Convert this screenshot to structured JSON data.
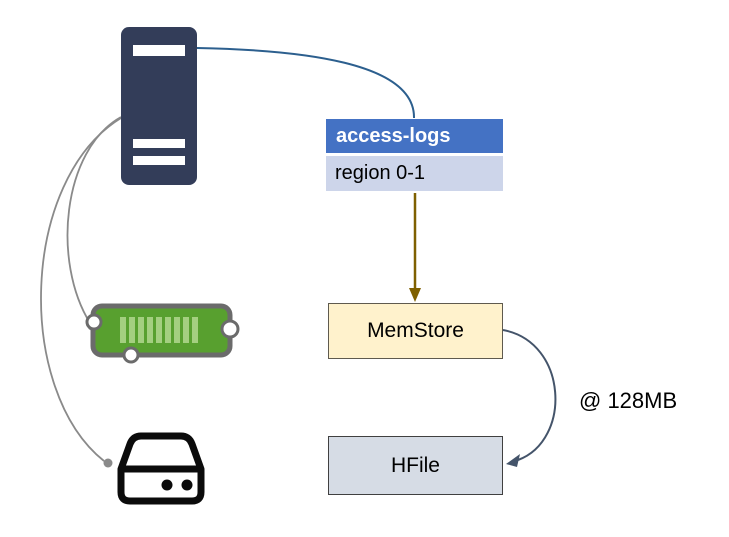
{
  "diagram": {
    "table": {
      "name": "access-logs",
      "region": "region 0-1"
    },
    "memstore_label": "MemStore",
    "hfile_label": "HFile",
    "flush_annotation": "@ 128MB",
    "icons": {
      "server": "server-tower-icon",
      "memory": "ram-memory-icon",
      "disk": "hard-drive-icon"
    },
    "edges": [
      {
        "from": "server",
        "to": "access-logs",
        "style": "blue-curve"
      },
      {
        "from": "server",
        "to": "ram-memory",
        "style": "gray-curve-dot"
      },
      {
        "from": "server",
        "to": "hard-drive",
        "style": "gray-curve-dot"
      },
      {
        "from": "region 0-1",
        "to": "MemStore",
        "style": "gold-arrow"
      },
      {
        "from": "MemStore",
        "to": "HFile",
        "style": "slate-arrow",
        "label": "@ 128MB"
      }
    ]
  },
  "colors": {
    "table_header_blue": "#4472C4",
    "table_region_bg": "#CDD5EA",
    "memstore_fill": "#FFF2CC",
    "hfile_fill": "#D6DCE5",
    "server_navy": "#333D59",
    "ram_green": "#58A02F",
    "ram_stripe_green": "#A4CF80",
    "ram_border_gray": "#6B6B6B",
    "disk_black": "#0B0B0B",
    "edge_blue": "#2C5F8E",
    "edge_gray": "#8A8A8A",
    "edge_gold": "#7F6000",
    "edge_slate": "#44546A"
  }
}
